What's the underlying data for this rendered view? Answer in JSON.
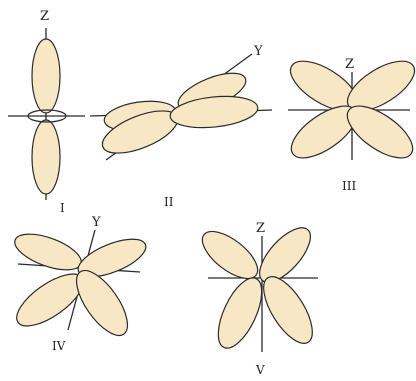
{
  "colors": {
    "lobe_fill": "#f7e7c4",
    "line": "#2a2a2a",
    "background": "#ffffff"
  },
  "diagrams": [
    {
      "number": "I",
      "axis_label": "Z"
    },
    {
      "number": "II",
      "axis_label": "Y"
    },
    {
      "number": "III",
      "axis_label": "Z"
    },
    {
      "number": "IV",
      "axis_label": "Y"
    },
    {
      "number": "V",
      "axis_label": "Z"
    }
  ]
}
